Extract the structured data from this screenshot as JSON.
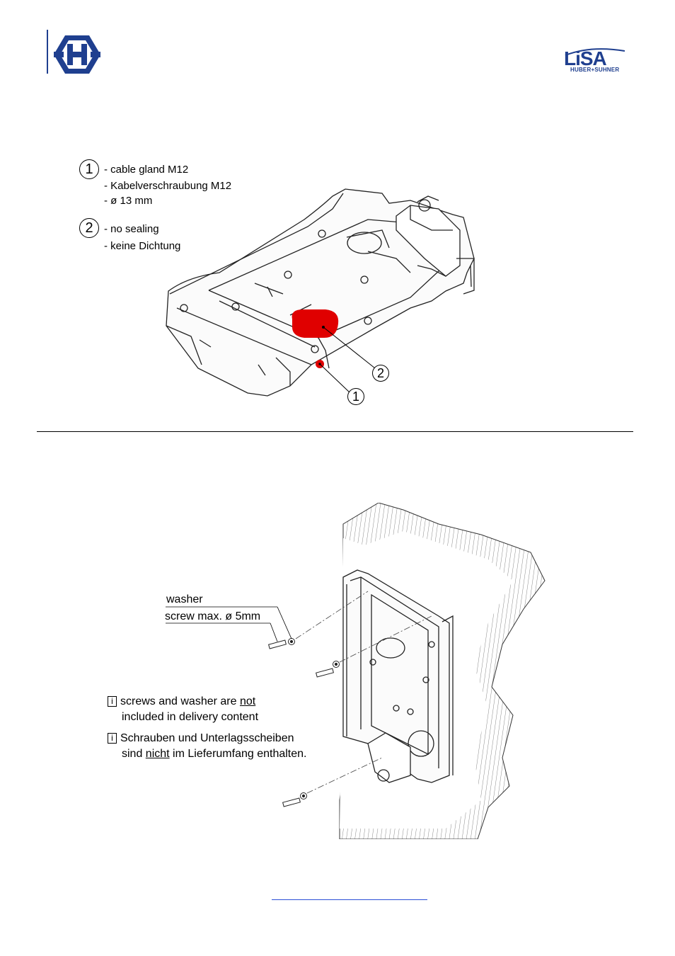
{
  "header": {
    "left_logo_icon": "huber-suhner-hexagon-logo",
    "right_logo": {
      "word": "LiSA",
      "tagline": "HUBER+SUHNER"
    },
    "brand_color": "#1f3f8f"
  },
  "figure1": {
    "callouts": [
      {
        "number": "1",
        "lines": [
          "- cable gland M12",
          "- Kabelverschraubung M12",
          "- ø 13 mm"
        ]
      },
      {
        "number": "2",
        "lines": [
          "- no sealing",
          "- keine Dichtung"
        ]
      }
    ],
    "markers": [
      "2",
      "1"
    ],
    "highlight_color": "#e00000"
  },
  "figure2": {
    "labels": {
      "washer": "washer",
      "screw": "screw max. ø 5mm"
    },
    "notes": [
      {
        "icon": "i",
        "line1_pre": "screws and washer are ",
        "line1_u": "not",
        "line1_post": "",
        "line2_pre": "included in delivery content",
        "line2_u": "",
        "line2_post": ""
      },
      {
        "icon": "i",
        "line1_pre": "Schrauben und Unterlagsscheiben",
        "line1_u": "",
        "line1_post": "",
        "line2_pre": "sind ",
        "line2_u": "nicht",
        "line2_post": " im Lieferumfang enthalten."
      }
    ]
  },
  "footer": {
    "link_color": "#2a4fd6"
  }
}
